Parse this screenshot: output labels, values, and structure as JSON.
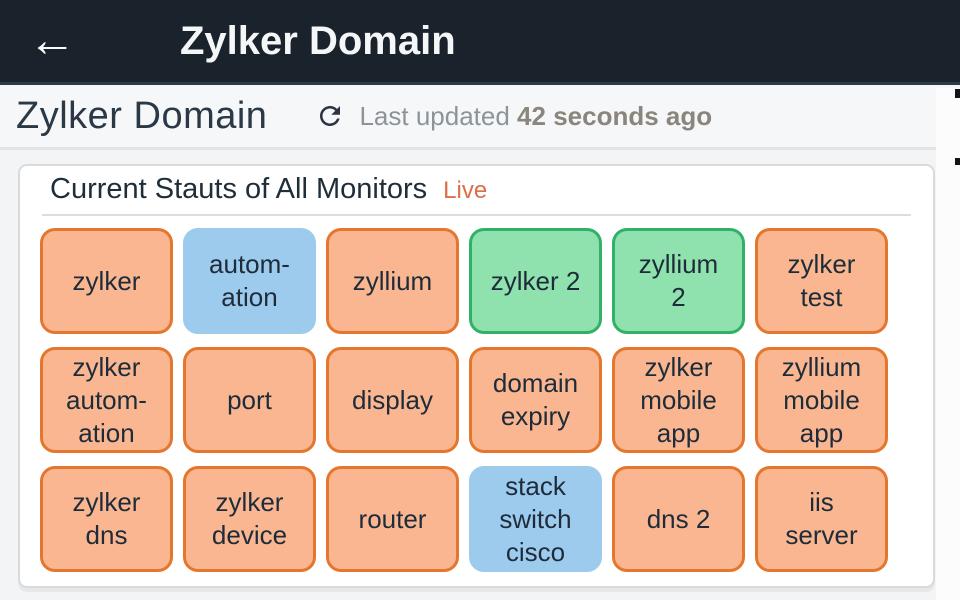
{
  "app_bar": {
    "back_icon": "arrow-left",
    "title": "Zylker Domain"
  },
  "page_header": {
    "title": "Zylker Domain",
    "refresh_icon": "refresh",
    "last_updated_label": "Last updated",
    "last_updated_value": "42 seconds ago"
  },
  "card": {
    "title": "Current Stauts of All Monitors",
    "live_label": "Live",
    "tiles": [
      {
        "label": "zylker",
        "color": "orange"
      },
      {
        "label": "autom-\nation",
        "color": "blue"
      },
      {
        "label": "zyllium",
        "color": "orange"
      },
      {
        "label": "zylker 2",
        "color": "green"
      },
      {
        "label": "zyllium\n2",
        "color": "green"
      },
      {
        "label": "zylker\ntest",
        "color": "orange"
      },
      {
        "label": "zylker\nautom-\nation",
        "color": "orange"
      },
      {
        "label": "port",
        "color": "orange"
      },
      {
        "label": "display",
        "color": "orange"
      },
      {
        "label": "domain\nexpiry",
        "color": "orange"
      },
      {
        "label": "zylker\nmobile\napp",
        "color": "orange"
      },
      {
        "label": "zyllium\nmobile\napp",
        "color": "orange"
      },
      {
        "label": "zylker\ndns",
        "color": "orange"
      },
      {
        "label": "zylker\ndevice",
        "color": "orange"
      },
      {
        "label": "router",
        "color": "orange"
      },
      {
        "label": "stack\nswitch\ncisco",
        "color": "blue"
      },
      {
        "label": "dns 2",
        "color": "orange"
      },
      {
        "label": "iis\nserver",
        "color": "orange"
      }
    ]
  },
  "colors": {
    "header_bg": "#1a222c",
    "accent_live": "#dd6f48",
    "tile_orange_bg": "#f9b690",
    "tile_orange_border": "#e5762d",
    "tile_blue_bg": "#9ccbee",
    "tile_green_bg": "#8fe1ad",
    "tile_green_border": "#31b168",
    "tile_text": "#1e2c3a"
  }
}
